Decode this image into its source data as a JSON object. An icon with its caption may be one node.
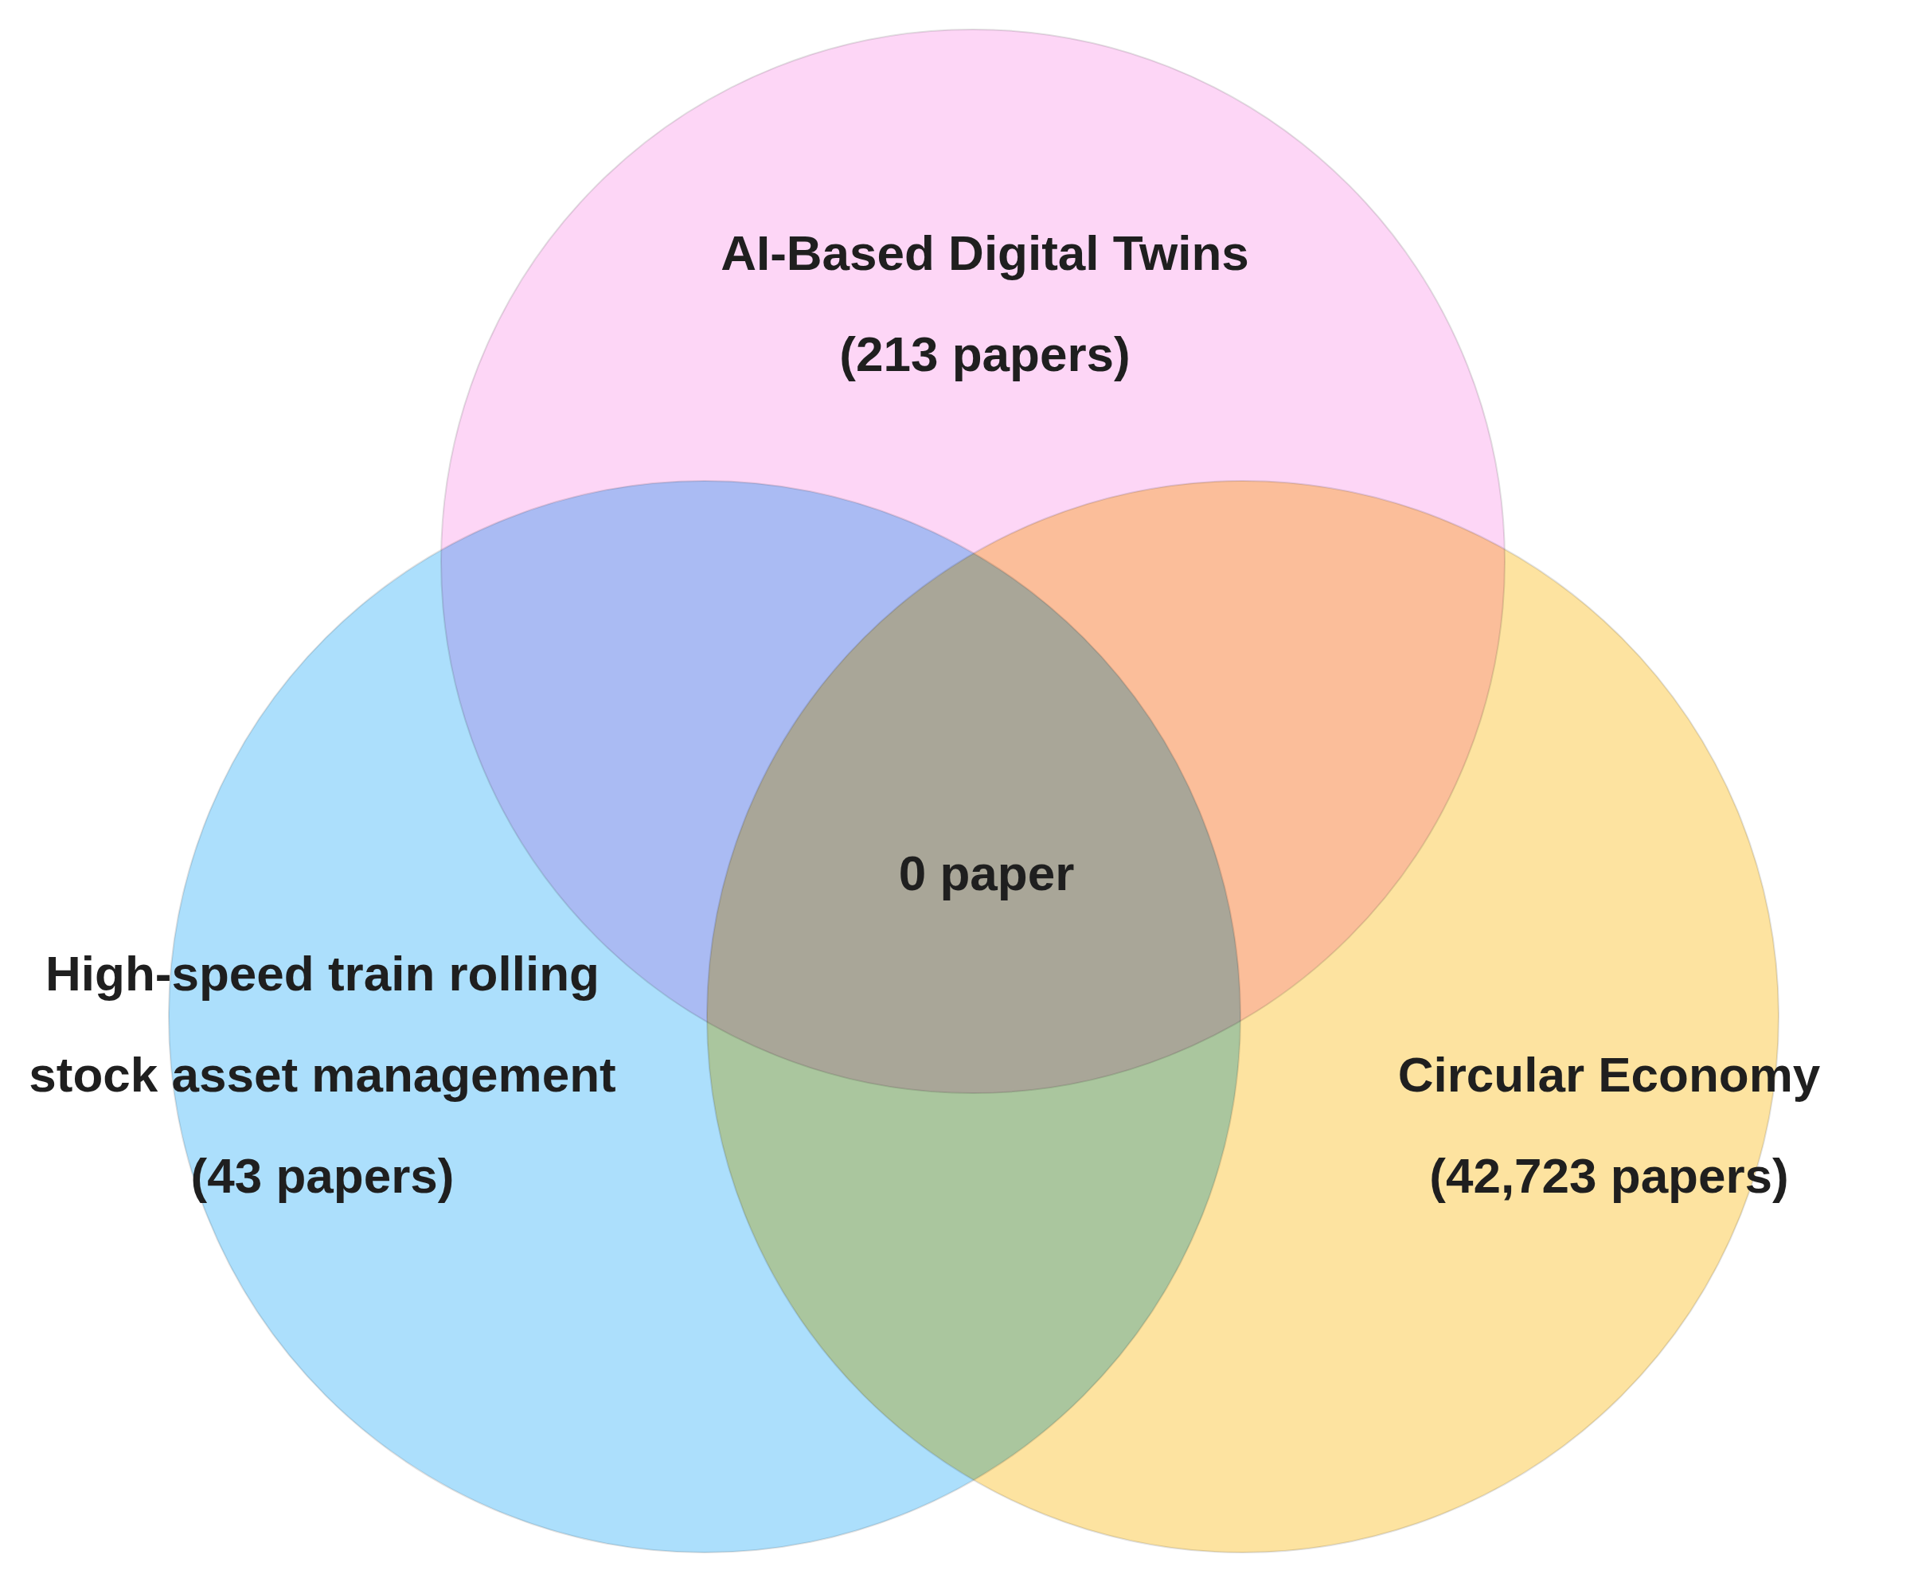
{
  "diagram": {
    "nodes": [
      {
        "text": [
          "AI-Based Digital Twins",
          "(213 papers)"
        ]
      },
      {
        "text": [
          "High-speed train rolling stock asset management",
          "(43 papers)"
        ]
      },
      {
        "text": [
          "Circular Economy",
          "(42,723 papers)"
        ]
      }
    ],
    "labels": [
      "0 paper"
    ]
  }
}
